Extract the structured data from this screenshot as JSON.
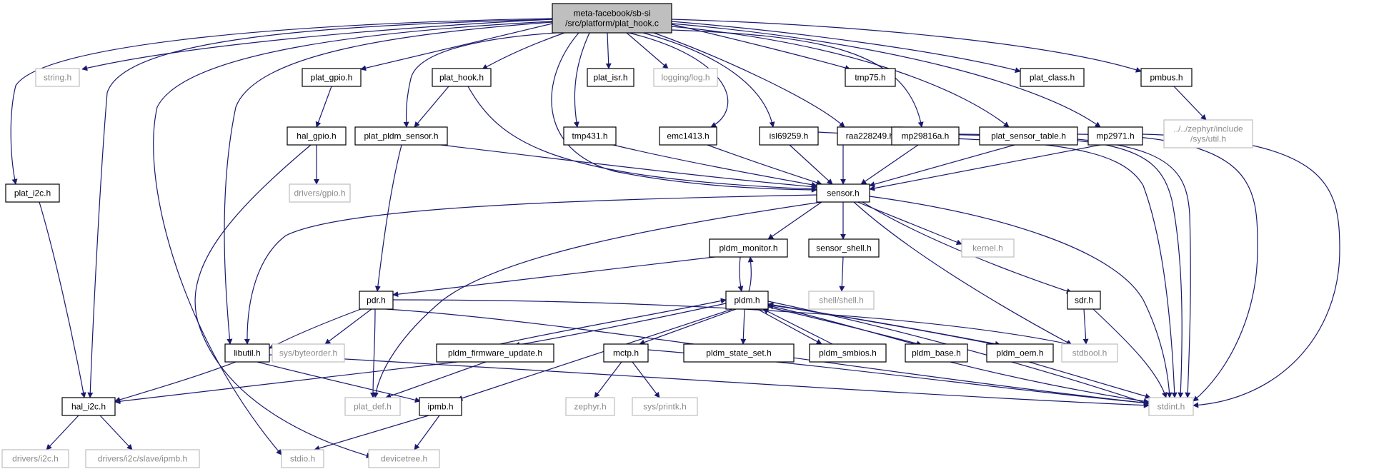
{
  "graph": {
    "edge_color": "#191970",
    "root": {
      "id": "root",
      "lines": [
        "meta-facebook/sb-si",
        "/src/platform/plat_hook.c"
      ]
    },
    "nodes": [
      {
        "id": "string_h",
        "label": "string.h",
        "system": true
      },
      {
        "id": "plat_gpio_h",
        "label": "plat_gpio.h"
      },
      {
        "id": "plat_hook_h",
        "label": "plat_hook.h"
      },
      {
        "id": "plat_isr_h",
        "label": "plat_isr.h"
      },
      {
        "id": "logging_log_h",
        "label": "logging/log.h",
        "system": true
      },
      {
        "id": "tmp75_h",
        "label": "tmp75.h"
      },
      {
        "id": "plat_class_h",
        "label": "plat_class.h"
      },
      {
        "id": "pmbus_h",
        "label": "pmbus.h"
      },
      {
        "id": "zephyr_util_h",
        "lines": [
          "../../zephyr/include",
          "/sys/util.h"
        ],
        "system": true
      },
      {
        "id": "hal_gpio_h",
        "label": "hal_gpio.h"
      },
      {
        "id": "plat_pldm_sensor_h",
        "label": "plat_pldm_sensor.h"
      },
      {
        "id": "tmp431_h",
        "label": "tmp431.h"
      },
      {
        "id": "emc1413_h",
        "label": "emc1413.h"
      },
      {
        "id": "isl69259_h",
        "label": "isl69259.h"
      },
      {
        "id": "raa228249_h",
        "label": "raa228249.h"
      },
      {
        "id": "mp29816a_h",
        "label": "mp29816a.h"
      },
      {
        "id": "plat_sensor_table_h",
        "label": "plat_sensor_table.h"
      },
      {
        "id": "mp2971_h",
        "label": "mp2971.h"
      },
      {
        "id": "plat_i2c_h",
        "label": "plat_i2c.h"
      },
      {
        "id": "drivers_gpio_h",
        "label": "drivers/gpio.h",
        "system": true
      },
      {
        "id": "sensor_h",
        "label": "sensor.h"
      },
      {
        "id": "pldm_monitor_h",
        "label": "pldm_monitor.h"
      },
      {
        "id": "sensor_shell_h",
        "label": "sensor_shell.h"
      },
      {
        "id": "kernel_h",
        "label": "kernel.h",
        "system": true
      },
      {
        "id": "shell_shell_h",
        "label": "shell/shell.h",
        "system": true
      },
      {
        "id": "pdr_h",
        "label": "pdr.h"
      },
      {
        "id": "pldm_h",
        "label": "pldm.h"
      },
      {
        "id": "sdr_h",
        "label": "sdr.h"
      },
      {
        "id": "libutil_h",
        "label": "libutil.h"
      },
      {
        "id": "sys_byteorder_h",
        "label": "sys/byteorder.h",
        "system": true
      },
      {
        "id": "pldm_firmware_update_h",
        "label": "pldm_firmware_update.h"
      },
      {
        "id": "mctp_h",
        "label": "mctp.h"
      },
      {
        "id": "pldm_state_set_h",
        "label": "pldm_state_set.h"
      },
      {
        "id": "pldm_smbios_h",
        "label": "pldm_smbios.h"
      },
      {
        "id": "pldm_base_h",
        "label": "pldm_base.h"
      },
      {
        "id": "pldm_oem_h",
        "label": "pldm_oem.h"
      },
      {
        "id": "stdbool_h",
        "label": "stdbool.h",
        "system": true
      },
      {
        "id": "hal_i2c_h",
        "label": "hal_i2c.h"
      },
      {
        "id": "plat_def_h",
        "label": "plat_def.h",
        "system": true
      },
      {
        "id": "ipmb_h",
        "label": "ipmb.h"
      },
      {
        "id": "zephyr_h",
        "label": "zephyr.h",
        "system": true
      },
      {
        "id": "sys_printk_h",
        "label": "sys/printk.h",
        "system": true
      },
      {
        "id": "stdint_h",
        "label": "stdint.h",
        "system": true
      },
      {
        "id": "drivers_i2c_h",
        "label": "drivers/i2c.h",
        "system": true
      },
      {
        "id": "drivers_i2c_slave_ipmb_h",
        "label": "drivers/i2c/slave/ipmb.h",
        "system": true
      },
      {
        "id": "stdio_h",
        "label": "stdio.h",
        "system": true
      },
      {
        "id": "devicetree_h",
        "label": "devicetree.h",
        "system": true
      }
    ],
    "edges": [
      [
        "root",
        "string_h"
      ],
      [
        "root",
        "plat_gpio_h"
      ],
      [
        "root",
        "plat_hook_h"
      ],
      [
        "root",
        "plat_isr_h"
      ],
      [
        "root",
        "logging_log_h"
      ],
      [
        "root",
        "tmp75_h"
      ],
      [
        "root",
        "plat_class_h"
      ],
      [
        "root",
        "pmbus_h"
      ],
      [
        "root",
        "plat_i2c_h"
      ],
      [
        "root",
        "hal_i2c_h"
      ],
      [
        "root",
        "stdio_h"
      ],
      [
        "root",
        "libutil_h"
      ],
      [
        "root",
        "plat_pldm_sensor_h"
      ],
      [
        "root",
        "sensor_h"
      ],
      [
        "root",
        "tmp431_h"
      ],
      [
        "root",
        "emc1413_h"
      ],
      [
        "root",
        "isl69259_h"
      ],
      [
        "root",
        "raa228249_h"
      ],
      [
        "root",
        "mp29816a_h"
      ],
      [
        "root",
        "plat_sensor_table_h"
      ],
      [
        "root",
        "mp2971_h"
      ],
      [
        "pmbus_h",
        "zephyr_util_h"
      ],
      [
        "plat_gpio_h",
        "hal_gpio_h"
      ],
      [
        "hal_gpio_h",
        "drivers_gpio_h"
      ],
      [
        "hal_gpio_h",
        "devicetree_h"
      ],
      [
        "plat_hook_h",
        "plat_pldm_sensor_h"
      ],
      [
        "plat_hook_h",
        "sensor_h"
      ],
      [
        "plat_pldm_sensor_h",
        "sensor_h"
      ],
      [
        "plat_pldm_sensor_h",
        "pdr_h"
      ],
      [
        "tmp431_h",
        "sensor_h"
      ],
      [
        "emc1413_h",
        "sensor_h"
      ],
      [
        "isl69259_h",
        "sensor_h"
      ],
      [
        "isl69259_h",
        "stdint_h"
      ],
      [
        "raa228249_h",
        "sensor_h"
      ],
      [
        "raa228249_h",
        "stdint_h"
      ],
      [
        "mp29816a_h",
        "sensor_h"
      ],
      [
        "mp29816a_h",
        "stdint_h"
      ],
      [
        "plat_sensor_table_h",
        "sensor_h"
      ],
      [
        "plat_sensor_table_h",
        "stdint_h"
      ],
      [
        "mp2971_h",
        "sensor_h"
      ],
      [
        "mp2971_h",
        "stdint_h"
      ],
      [
        "plat_i2c_h",
        "hal_i2c_h"
      ],
      [
        "sensor_h",
        "libutil_h"
      ],
      [
        "sensor_h",
        "plat_def_h"
      ],
      [
        "sensor_h",
        "pldm_monitor_h"
      ],
      [
        "sensor_h",
        "sensor_shell_h"
      ],
      [
        "sensor_h",
        "kernel_h"
      ],
      [
        "sensor_h",
        "sdr_h"
      ],
      [
        "sensor_h",
        "stdbool_h"
      ],
      [
        "sensor_h",
        "stdint_h"
      ],
      [
        "sensor_shell_h",
        "shell_shell_h"
      ],
      [
        "pldm_monitor_h",
        "pldm_h"
      ],
      [
        "pldm_monitor_h",
        "pdr_h"
      ],
      [
        "pldm_h",
        "pldm_monitor_h"
      ],
      [
        "pdr_h",
        "libutil_h"
      ],
      [
        "pdr_h",
        "sys_byteorder_h"
      ],
      [
        "pdr_h",
        "plat_def_h"
      ],
      [
        "pdr_h",
        "stdint_h"
      ],
      [
        "pdr_h",
        "stdbool_h"
      ],
      [
        "pldm_h",
        "pldm_firmware_update_h"
      ],
      [
        "pldm_h",
        "mctp_h"
      ],
      [
        "pldm_h",
        "pldm_state_set_h"
      ],
      [
        "pldm_h",
        "pldm_smbios_h"
      ],
      [
        "pldm_h",
        "pldm_base_h"
      ],
      [
        "pldm_h",
        "pldm_oem_h"
      ],
      [
        "pldm_h",
        "ipmb_h"
      ],
      [
        "pldm_h",
        "stdint_h"
      ],
      [
        "pldm_firmware_update_h",
        "pldm_h"
      ],
      [
        "pldm_firmware_update_h",
        "hal_i2c_h"
      ],
      [
        "pldm_firmware_update_h",
        "plat_def_h"
      ],
      [
        "pldm_smbios_h",
        "pldm_h"
      ],
      [
        "pldm_base_h",
        "pldm_h"
      ],
      [
        "pldm_base_h",
        "stdint_h"
      ],
      [
        "pldm_oem_h",
        "pldm_h"
      ],
      [
        "pldm_oem_h",
        "stdint_h"
      ],
      [
        "sdr_h",
        "stdbool_h"
      ],
      [
        "sdr_h",
        "stdint_h"
      ],
      [
        "libutil_h",
        "hal_i2c_h"
      ],
      [
        "libutil_h",
        "ipmb_h"
      ],
      [
        "libutil_h",
        "stdint_h"
      ],
      [
        "mctp_h",
        "zephyr_h"
      ],
      [
        "mctp_h",
        "sys_printk_h"
      ],
      [
        "mctp_h",
        "stdint_h"
      ],
      [
        "ipmb_h",
        "stdio_h"
      ],
      [
        "ipmb_h",
        "devicetree_h"
      ],
      [
        "hal_i2c_h",
        "drivers_i2c_h"
      ],
      [
        "hal_i2c_h",
        "drivers_i2c_slave_ipmb_h"
      ]
    ]
  }
}
